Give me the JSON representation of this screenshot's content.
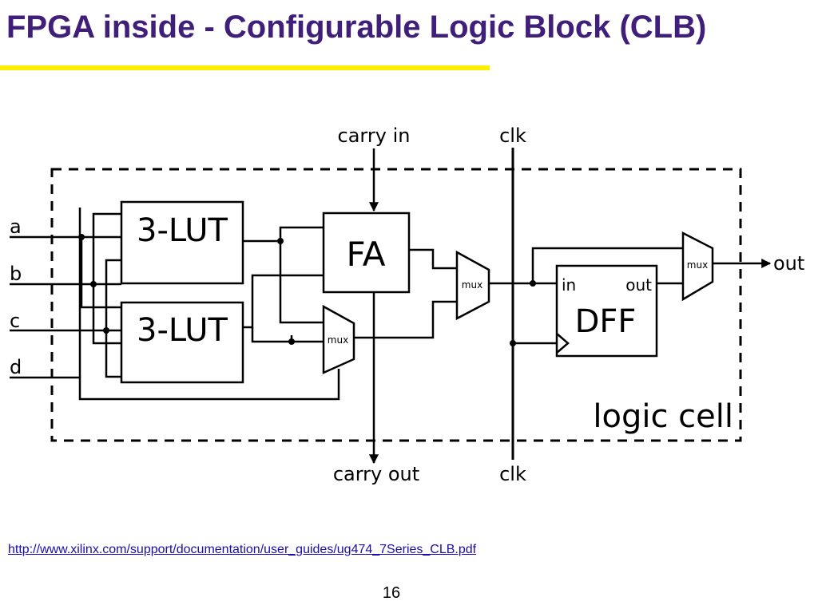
{
  "slide": {
    "title": "FPGA inside - Configurable Logic Block (CLB)",
    "source_url": "http://www.xilinx.com/support/documentation/user_guides/ug474_7Series_CLB.pdf",
    "page_number": "16",
    "colors": {
      "title": "#3f1f7a",
      "underline": "#ffee00"
    }
  },
  "diagram": {
    "inputs": {
      "a": "a",
      "b": "b",
      "c": "c",
      "d": "d"
    },
    "lut_top": "3-LUT",
    "lut_bottom": "3-LUT",
    "full_adder": "FA",
    "mux_small": "mux",
    "mux_middle": "mux",
    "mux_output": "mux",
    "dff": {
      "name": "DFF",
      "in": "in",
      "out": "out"
    },
    "carry_in": "carry in",
    "carry_out": "carry out",
    "clk_top": "clk",
    "clk_bottom": "clk",
    "output": "out",
    "cell_label": "logic cell"
  }
}
